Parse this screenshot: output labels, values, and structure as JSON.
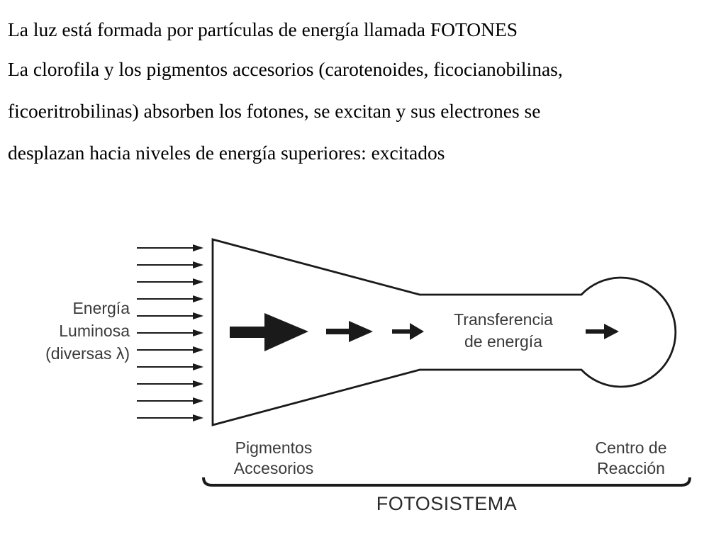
{
  "text": {
    "line1": "La luz está formada por partículas de energía llamada FOTONES",
    "line2": "La clorofila y los pigmentos accesorios (carotenoides, ficocianobilinas,",
    "line3": "ficoeritrobilinas) absorben los fotones, se excitan y sus electrones se",
    "line4": "desplazan hacia niveles de energía superiores: excitados"
  },
  "diagram": {
    "input_label": [
      "Energía",
      "Luminosa",
      "(diversas λ)"
    ],
    "transfer_label": [
      "Transferencia",
      "de energía"
    ],
    "pigments_label": [
      "Pigmentos",
      "Accesorios"
    ],
    "center_label": [
      "Centro de",
      "Reacción"
    ],
    "system_label": "FOTOSISTEMA",
    "photon_arrow_count": 11,
    "colors": {
      "stroke": "#1a1a1a",
      "label": "#3a3a3a"
    }
  }
}
